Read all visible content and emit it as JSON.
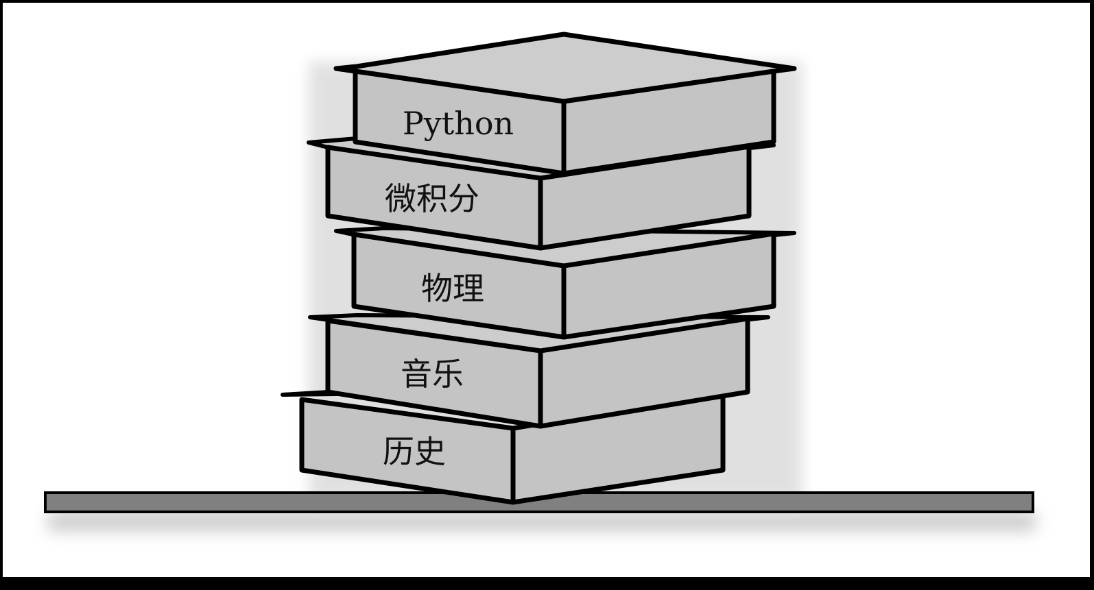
{
  "books": [
    {
      "label": "Python"
    },
    {
      "label": "微积分"
    },
    {
      "label": "物理"
    },
    {
      "label": "音乐"
    },
    {
      "label": "历史"
    }
  ]
}
